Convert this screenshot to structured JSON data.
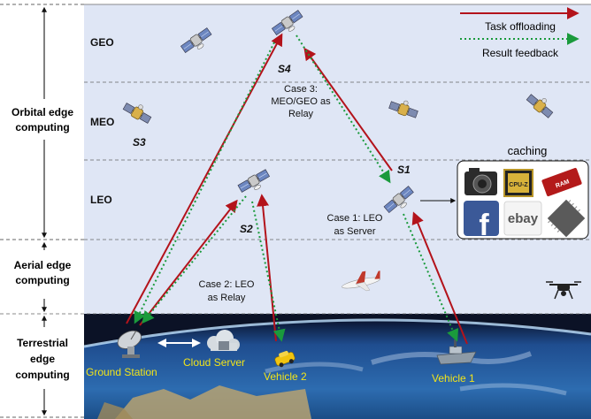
{
  "tiers": [
    {
      "label_line1": "Orbital edge",
      "label_line2": "computing",
      "label_line3": ""
    },
    {
      "label_line1": "Aerial edge",
      "label_line2": "computing",
      "label_line3": ""
    },
    {
      "label_line1": "Terrestrial",
      "label_line2": "edge",
      "label_line3": "computing"
    }
  ],
  "orbits": [
    {
      "label": "GEO"
    },
    {
      "label": "MEO"
    },
    {
      "label": "LEO"
    }
  ],
  "legend": {
    "task": "Task offloading",
    "result": "Result  feedback",
    "task_color": "#b3131b",
    "result_color": "#1a9a3c"
  },
  "satellites": {
    "s1": "S1",
    "s2": "S2",
    "s3": "S3",
    "s4": "S4"
  },
  "cases": {
    "case1_line1": "Case 1:  LEO",
    "case1_line2": "as Server",
    "case2_line1": "Case 2:  LEO",
    "case2_line2": "as Relay",
    "case3_line1": "Case 3:",
    "case3_line2": "MEO/GEO as",
    "case3_line3": "Relay"
  },
  "caching": {
    "title": "caching",
    "cpu_label": "CPU-Z",
    "ram_label": "RAM",
    "facebook_label": "f",
    "ebay_label": "ebay"
  },
  "ground": {
    "ground_station": "Ground Station",
    "cloud_server": "Cloud Server",
    "vehicle2": "Vehicle 2",
    "vehicle1": "Vehicle 1"
  },
  "colors": {
    "sky": "#dfe6f5",
    "ground_label": "#f2e41a"
  }
}
